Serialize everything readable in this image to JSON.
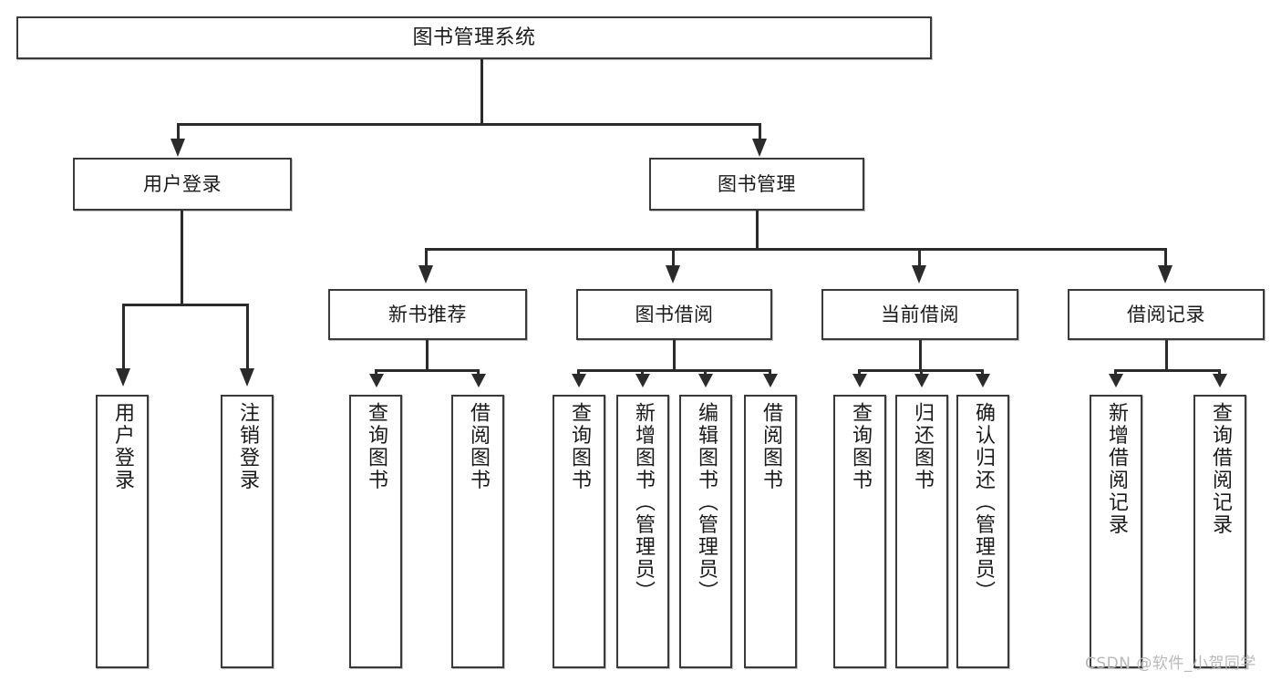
{
  "diagram": {
    "title_node": {
      "label": "图书管理系统"
    },
    "level2": [
      {
        "id": "user-login",
        "label": "用户登录"
      },
      {
        "id": "book-manage",
        "label": "图书管理"
      }
    ],
    "level3": [
      {
        "id": "new-book-recommend",
        "label": "新书推荐"
      },
      {
        "id": "book-borrow",
        "label": "图书借阅"
      },
      {
        "id": "current-borrow",
        "label": "当前借阅"
      },
      {
        "id": "borrow-record",
        "label": "借阅记录"
      }
    ],
    "leaves": {
      "user_login": [
        {
          "id": "leaf-user-login",
          "label": "用户登录"
        },
        {
          "id": "leaf-logout-login",
          "label": "注销登录"
        }
      ],
      "new_book_recommend": [
        {
          "id": "leaf-query-book-1",
          "label": "查询图书"
        },
        {
          "id": "leaf-borrow-book-1",
          "label": "借阅图书"
        }
      ],
      "book_borrow": [
        {
          "id": "leaf-query-book-2",
          "label": "查询图书"
        },
        {
          "id": "leaf-add-book-admin",
          "label": "新增图书（管理员）"
        },
        {
          "id": "leaf-edit-book-admin",
          "label": "编辑图书（管理员）"
        },
        {
          "id": "leaf-borrow-book-2",
          "label": "借阅图书"
        }
      ],
      "current_borrow": [
        {
          "id": "leaf-query-book-3",
          "label": "查询图书"
        },
        {
          "id": "leaf-return-book",
          "label": "归还图书"
        },
        {
          "id": "leaf-confirm-return-admin",
          "label": "确认归还（管理员）"
        }
      ],
      "borrow_record": [
        {
          "id": "leaf-add-borrow-record",
          "label": "新增借阅记录"
        },
        {
          "id": "leaf-query-borrow-record",
          "label": "查询借阅记录"
        }
      ]
    },
    "watermark": {
      "text": "CSDN @软件_小贺同学"
    },
    "colors": {
      "stroke": "#2b2b2b",
      "box_border": "#3a3a3a",
      "background": "#ffffff",
      "watermark": "#b9b9b9"
    }
  }
}
